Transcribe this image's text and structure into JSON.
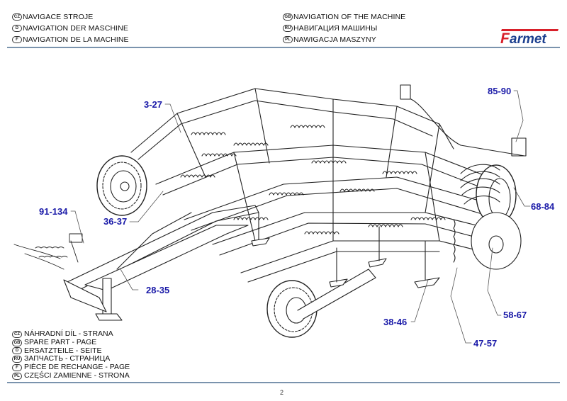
{
  "header": {
    "left": [
      {
        "code": "CZ",
        "text": "NAVIGACE STROJE"
      },
      {
        "code": "D",
        "text": "NAVIGATION DER MASCHINE"
      },
      {
        "code": "F",
        "text": "NAVIGATION DE LA MACHINE"
      }
    ],
    "right": [
      {
        "code": "GB",
        "text": "NAVIGATION OF THE MACHINE"
      },
      {
        "code": "RU",
        "text": "НАВИГАЦИЯ МАШИНЫ"
      },
      {
        "code": "PL",
        "text": "NAWIGACJA MASZYNY"
      }
    ]
  },
  "brand": {
    "name": "Farmet",
    "color_red": "#d8202a",
    "color_blue": "#1b3f8f"
  },
  "callouts": [
    {
      "id": "3-27",
      "label": "3-27"
    },
    {
      "id": "36-37",
      "label": "36-37"
    },
    {
      "id": "91-134",
      "label": "91-134"
    },
    {
      "id": "28-35",
      "label": "28-35"
    },
    {
      "id": "85-90",
      "label": "85-90"
    },
    {
      "id": "68-84",
      "label": "68-84"
    },
    {
      "id": "58-67",
      "label": "58-67"
    },
    {
      "id": "38-46",
      "label": "38-46"
    },
    {
      "id": "47-57",
      "label": "47-57"
    }
  ],
  "callout_color": "#1a1aa8",
  "footer": {
    "items": [
      {
        "code": "CZ",
        "text": "NÁHRADNÍ DÍL - STRANA"
      },
      {
        "code": "GB",
        "text": "SPARE PART - PAGE"
      },
      {
        "code": "D",
        "text": "ERSATZTEILE - SEITE"
      },
      {
        "code": "RU",
        "text": "ЗАПЧАСТЬ - СТРАНИЦА"
      },
      {
        "code": "F",
        "text": "PIÈCE DE RECHANGE - PAGE"
      },
      {
        "code": "PL",
        "text": "CZĘŚCI ZAMIENNE - STRONA"
      }
    ]
  },
  "page_number": "2"
}
